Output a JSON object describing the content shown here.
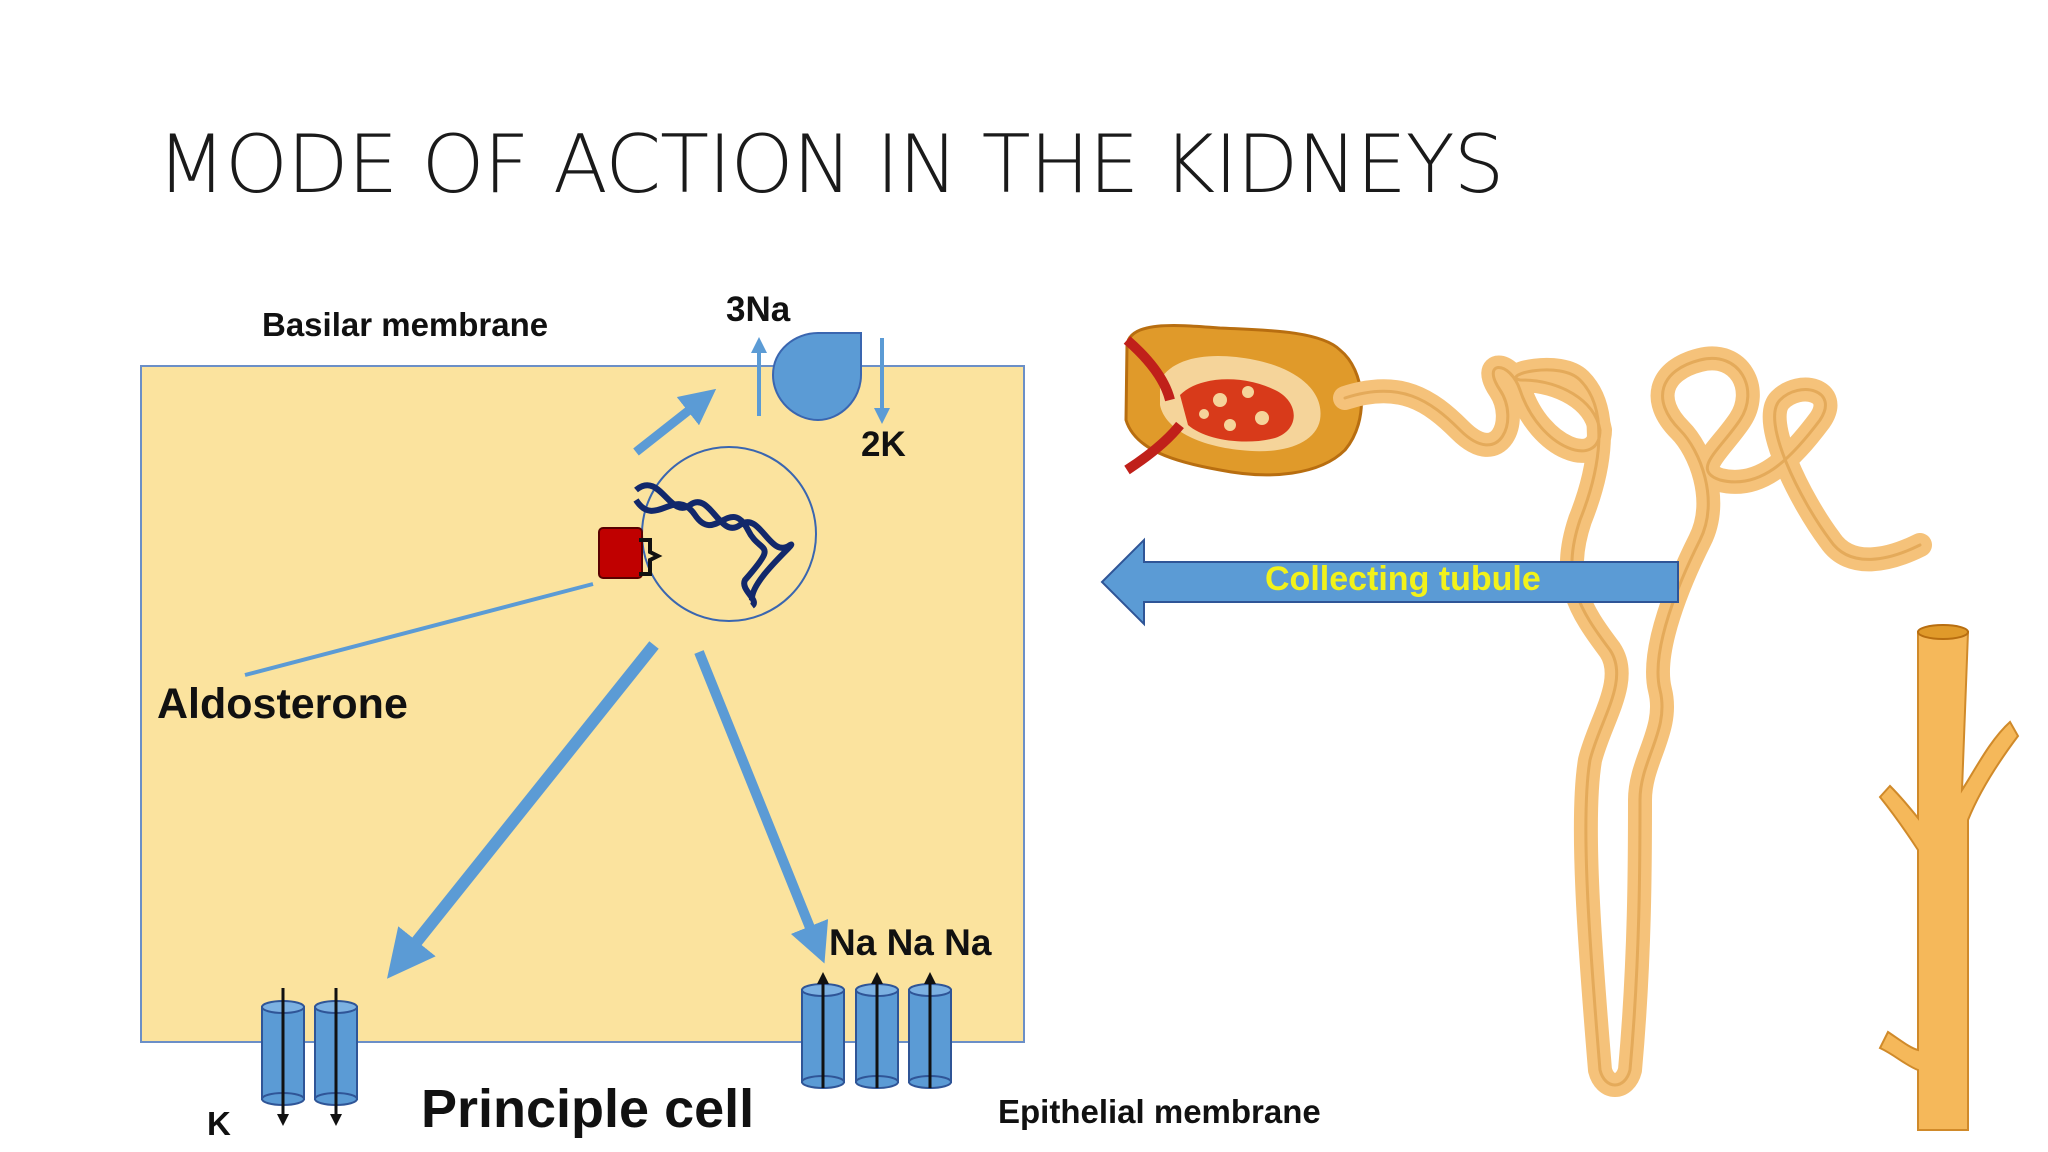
{
  "slide": {
    "title": "MODE OF ACTION IN THE KIDNEYS"
  },
  "cell_diagram": {
    "basilar_membrane_label": "Basilar membrane",
    "pump_in_label": "3Na",
    "pump_out_label": "2K",
    "hormone_label": "Aldosterone",
    "sodium_label": "Na Na Na",
    "potassium_label": "K",
    "cell_label": "Principle cell",
    "epithelial_membrane_label": "Epithelial membrane"
  },
  "nephron_diagram": {
    "arrow_label": "Collecting tubule"
  },
  "colors": {
    "cell_fill": "#fbe39e",
    "channel_blue": "#5b9bd5",
    "receptor_red": "#c00000",
    "dna_navy": "#12286b",
    "tubule_orange": "#f5c27a",
    "arrow_text_yellow": "#f2f21a"
  }
}
